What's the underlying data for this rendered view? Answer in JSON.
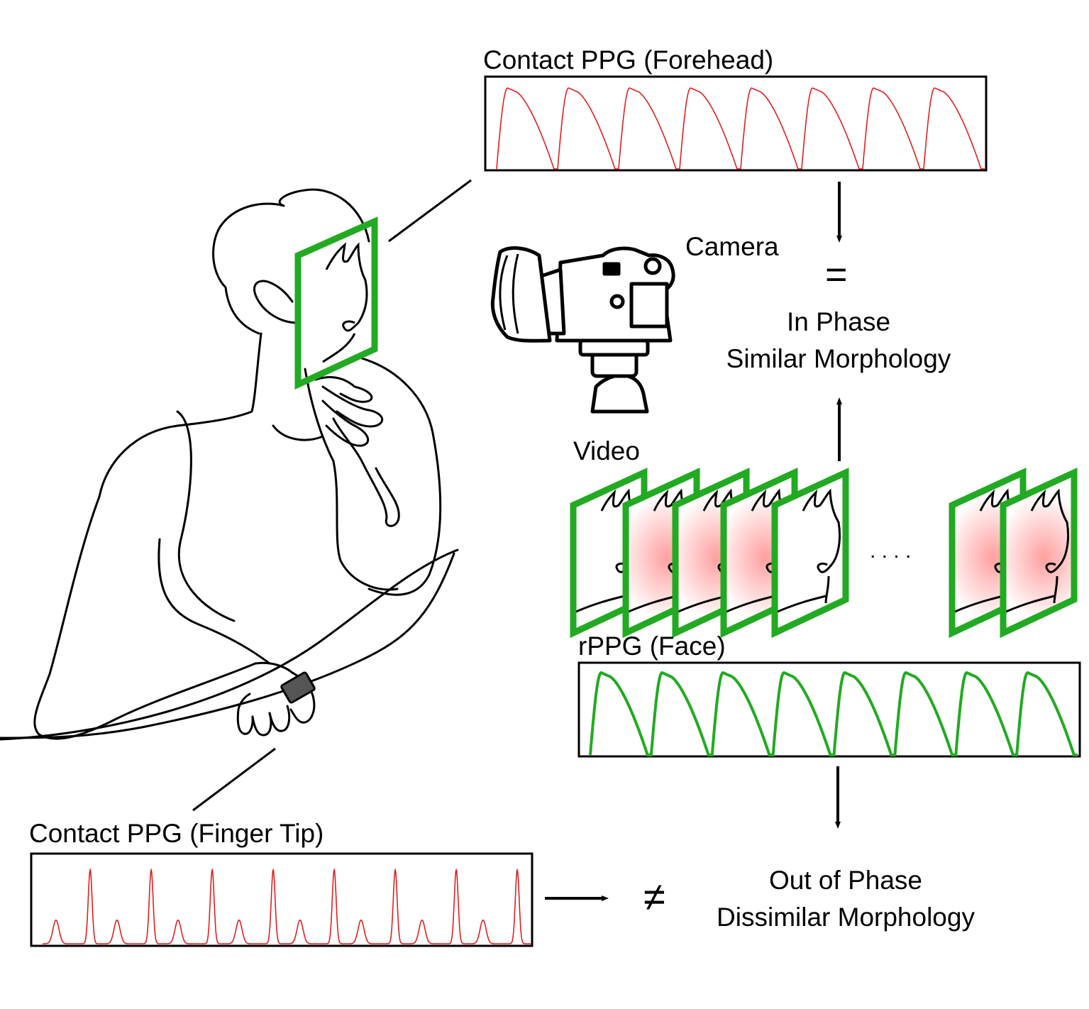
{
  "labels": {
    "forehead_title": "Contact PPG (Forehead)",
    "finger_title": "Contact PPG (Finger Tip)",
    "rppg_title": "rPPG (Face)",
    "camera": "Camera",
    "video": "Video",
    "equal_sign": "=",
    "not_equal_sign": "≠",
    "ellipsis": ". . . .",
    "in_phase_1": "In Phase",
    "in_phase_2": "Similar Morphology",
    "out_phase_1": "Out of Phase",
    "out_phase_2": "Dissimilar Morphology"
  },
  "colors": {
    "contact_signal": "#e02020",
    "rppg_signal": "#22aa22",
    "roi_frame": "#22aa22",
    "line_art": "#000000",
    "face_glow": "#ff9a9a"
  },
  "icons": {
    "camera": "camera-icon",
    "person": "person-line-drawing",
    "sensor": "finger-clip-sensor-icon"
  }
}
